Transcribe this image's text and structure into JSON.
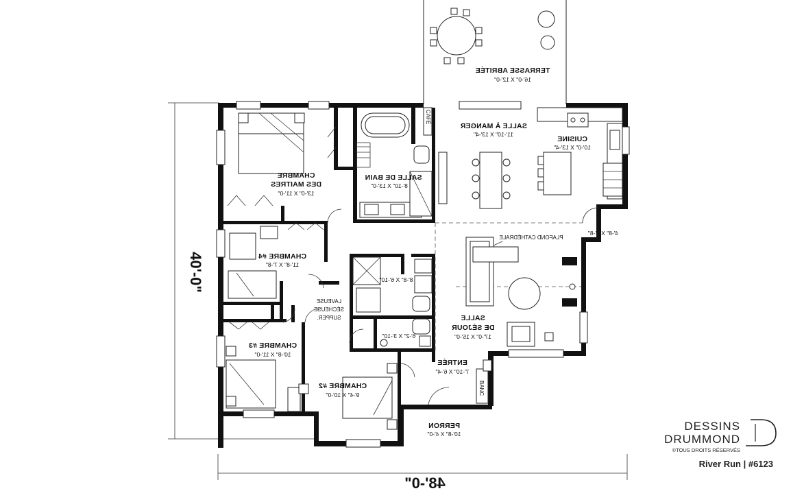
{
  "rooms": {
    "terrasse": {
      "name": "TERRASSE ABRITÉE",
      "dim": "16'-0\" X 12'-0\""
    },
    "salle_a_manger": {
      "name": "SALLE À MANGER",
      "dim": "11'-10\" X 13'-4\""
    },
    "cuisine": {
      "name": "CUISINE",
      "dim": "10'-0\" X 13'-4\""
    },
    "chambre_maitres": {
      "name1": "CHAMBRE",
      "name2": "DES MAITRES",
      "dim": "13'-0\" X 11'-0\""
    },
    "salle_de_bain": {
      "name": "SALLE DE BAIN",
      "dim": "8'-10\" X 13'-0\""
    },
    "chambre4": {
      "name": "CHAMBRE #4",
      "dim": "11'-8\" X 7'-8\""
    },
    "sdb2": {
      "dim": "8'-8\" X 6'-10\""
    },
    "salon": {
      "name1": "SALLE",
      "name2": "DE SÉJOUR",
      "dim": "17'-0\" X 15'-0\""
    },
    "lavage": {
      "l1": "LAVEUSE",
      "l2": "SÉCHEUSE",
      "l3": "SUPPER."
    },
    "wc": {
      "dim": "6'-2\" X 3'-10\""
    },
    "chambre3": {
      "name": "CHAMBRE #3",
      "dim": "10'-8\" X 11'-0\""
    },
    "chambre2": {
      "name": "CHAMBRE #2",
      "dim": "9'-4\" X 10'-0\""
    },
    "entree": {
      "name": "ENTRÉE",
      "dim": "7'-10\" X 6'-4\""
    },
    "perron": {
      "name": "PERRON",
      "dim": "10'-8\" X 4'-0\""
    },
    "rangement": {
      "dim": "4'-8\" X 3'-8\""
    }
  },
  "labels": {
    "plafond": "PLAFOND CATHÉDRALE",
    "cafe": "CAFÉ",
    "banc": "BANC"
  },
  "dimensions": {
    "width": "48'-0\"",
    "depth": "40'-0\""
  },
  "branding": {
    "line1": "DESSINS",
    "line2": "DRUMMOND",
    "rights": "©TOUS DROITS RÉSERVÉS",
    "plan_name": "River Run | #6123"
  }
}
